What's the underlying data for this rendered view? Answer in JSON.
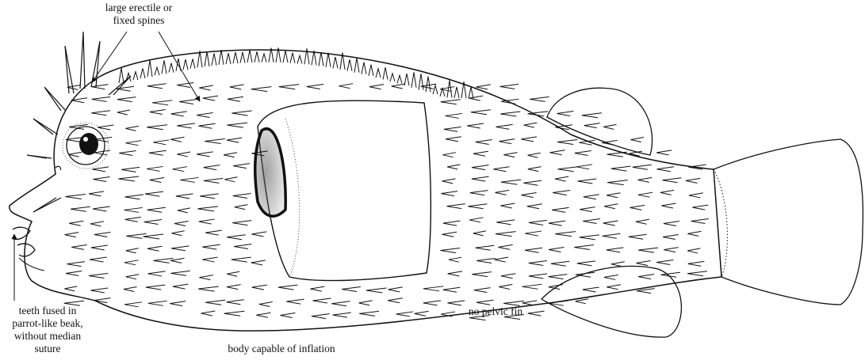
{
  "labels": {
    "spines": {
      "line1": "large erectile or",
      "line2": "fixed spines"
    },
    "teeth": {
      "line1": "teeth fused in",
      "line2": "parrot-like beak,",
      "line3": "without median",
      "line4": "suture"
    },
    "pelvic": "no pelvic fin",
    "inflation": "body capable of inflation"
  },
  "colors": {
    "ink": "#111111",
    "background": "#ffffff"
  }
}
